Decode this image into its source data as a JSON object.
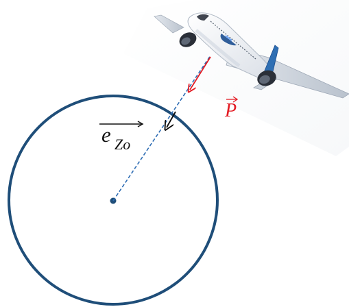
{
  "labels": {
    "p_vector": "P",
    "ez0_main": "e",
    "ez0_sub": "Zo"
  },
  "colors": {
    "circle_stroke": "#1f4e79",
    "center_dot": "#1f4e79",
    "dashed_line": "#2e6db4",
    "p_vector": "#e31b23",
    "ez0_arrow": "#111111",
    "label_text": "#111111",
    "aircraft_body": "#f2f4f7",
    "aircraft_shadow": "#cfd6df",
    "engine": "#2a2f38",
    "accent": "#1a4d8f"
  }
}
